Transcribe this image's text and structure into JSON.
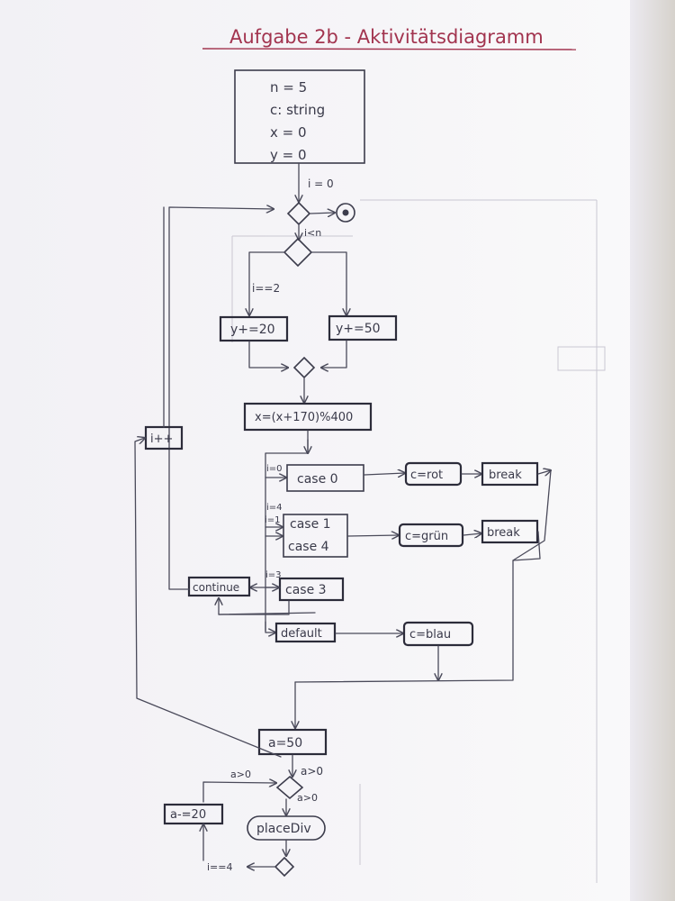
{
  "title": "Aufgabe 2b - Aktivitätsdiagramm",
  "init": {
    "lines": [
      "n = 5",
      "c: string",
      "x = 0",
      "y = 0"
    ]
  },
  "labels": {
    "i_init": "i = 0",
    "i_lt_n": "i<n",
    "i_eq_2": "i==2",
    "i_inc": "i++",
    "g_i0": "i=0",
    "g_i4": "i=4",
    "g_i1": "i=1",
    "g_i3": "i=3",
    "a_gt0_top": "a>0",
    "a_gt0": "a>0",
    "a_gt0_bottom": "a>0",
    "i_eq_4": "i==4"
  },
  "actions": {
    "y20": "y+=20",
    "y50": "y+=50",
    "xcalc": "x=(x+170)%400",
    "case0": "case 0",
    "c_rot": "c=rot",
    "break1": "break",
    "case1": "case 1",
    "case4": "case 4",
    "c_gruen": "c=grün",
    "break2": "break",
    "continue": "continue",
    "case3": "case 3",
    "default": "default",
    "c_blau": "c=blau",
    "a50": "a=50",
    "a_minus": "a-=20",
    "placeDiv": "placeDiv"
  },
  "colors": {
    "ink": "#3a3a4a",
    "title_ink": "#a2344f",
    "paper": "#f4f3f7"
  }
}
